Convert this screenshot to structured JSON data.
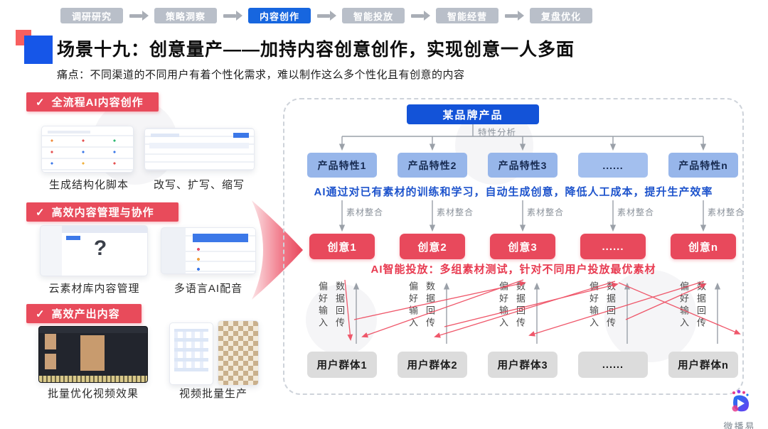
{
  "nav": {
    "items": [
      {
        "label": "调研研究",
        "active": false
      },
      {
        "label": "策略洞察",
        "active": false
      },
      {
        "label": "内容创作",
        "active": true
      },
      {
        "label": "智能投放",
        "active": false
      },
      {
        "label": "智能经营",
        "active": false
      },
      {
        "label": "复盘优化",
        "active": false
      }
    ]
  },
  "header": {
    "title": "场景十九：创意量产——加持内容创意创作，实现创意一人多面",
    "pain_point": "痛点：不同渠道的不同用户有着个性化需求，难以制作这么多个性化且有创意的内容"
  },
  "sidebar": {
    "sections": [
      {
        "check": "✓",
        "heading": "全流程AI内容创作",
        "captions": [
          "生成结构化脚本",
          "改写、扩写、缩写"
        ]
      },
      {
        "check": "✓",
        "heading": "高效内容管理与协作",
        "captions": [
          "云素材库内容管理",
          "多语言AI配音"
        ]
      },
      {
        "check": "✓",
        "heading": "高效产出内容",
        "captions": [
          "批量优化视频效果",
          "视频批量生产"
        ]
      }
    ]
  },
  "flowchart": {
    "brand_label": "某品牌产品",
    "analysis_label": "特性分析",
    "features": [
      "产品特性1",
      "产品特性2",
      "产品特性3",
      "......",
      "产品特性n"
    ],
    "ai_generation_note": "AI通过对已有素材的训练和学习，自动生成创意，降低人工成本，提升生产效率",
    "material_label": "素材整合",
    "creatives": [
      "创意1",
      "创意2",
      "创意3",
      "......",
      "创意n"
    ],
    "ai_delivery_note": "AI智能投放：多组素材测试，针对不同用户投放最优素材",
    "feedback_labels": {
      "preference": "偏好输入",
      "data_return": "数据回传"
    },
    "audiences": [
      "用户群体1",
      "用户群体2",
      "用户群体3",
      "......",
      "用户群体n"
    ]
  },
  "branding": {
    "logo_text": "微播易"
  },
  "colors": {
    "nav_gray": "#b9bfc9",
    "nav_active_blue": "#1766df",
    "banner_red": "#e84b5b",
    "brand_blue": "#1353d8",
    "feature_blue": "#97b6ea",
    "creative_red": "#e8495c",
    "audience_gray": "#dcdcdc",
    "note_blue": "#1d53cc",
    "note_red": "#e83a50"
  }
}
